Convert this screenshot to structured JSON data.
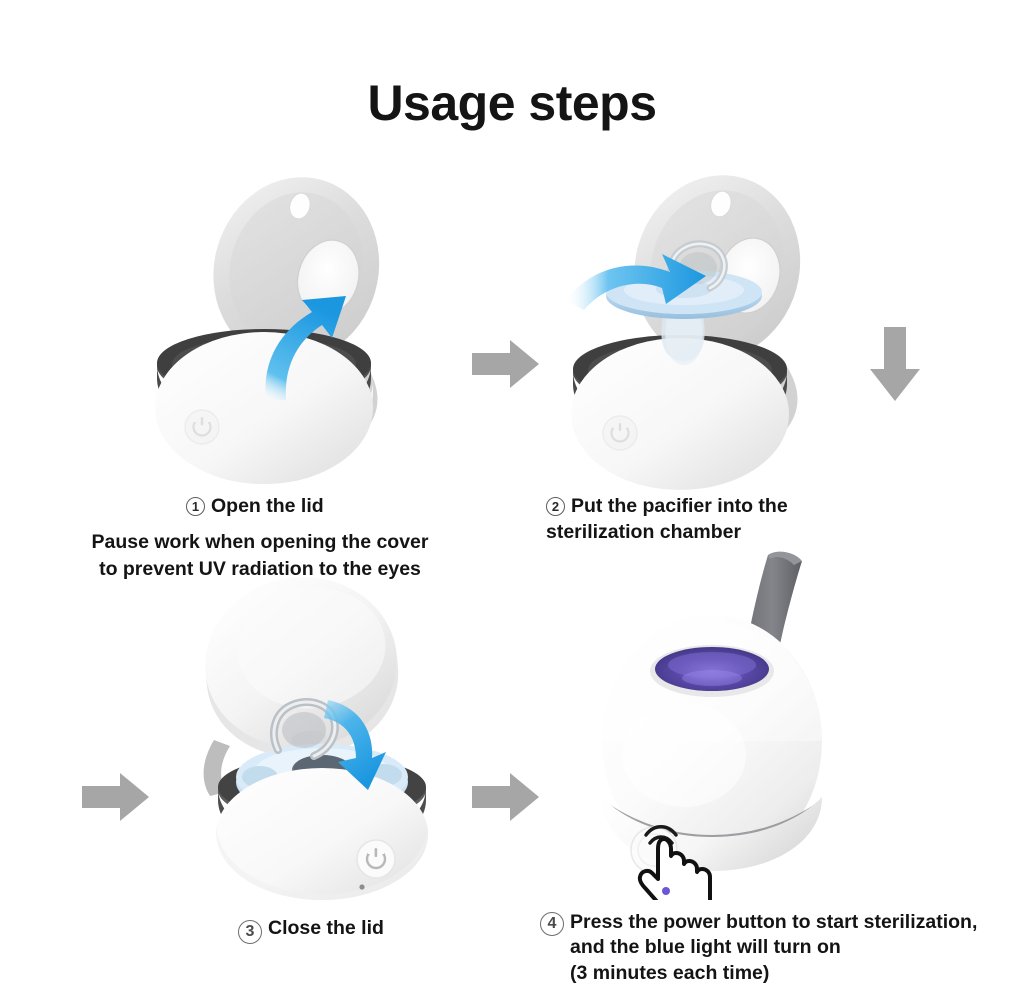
{
  "page": {
    "title": "Usage steps",
    "background_color": "#ffffff"
  },
  "colors": {
    "text": "#141414",
    "step_arrow_grey": "#a6a6a6",
    "action_arrow_blue": "#1f9fe3",
    "uv_light_purple": "#4c3f93",
    "device_white": "#fdfdfd",
    "device_dark_ring": "#454545",
    "pacifier_blue": "#bcd8ef"
  },
  "steps": [
    {
      "number": "1",
      "number_glyph": "①",
      "label": "Open the lid",
      "note_line1": "Pause work when opening the cover",
      "note_line2": "to prevent UV radiation to the eyes",
      "illustration": "sterilizer-lid-open-with-blue-up-arrow"
    },
    {
      "number": "2",
      "number_glyph": "②",
      "label_line1": "Put the pacifier into the",
      "label_line2": "sterilization chamber",
      "illustration": "pacifier-inserted-with-blue-right-arrow"
    },
    {
      "number": "3",
      "number_glyph": "③",
      "label": "Close the lid",
      "illustration": "sterilizer-lid-closing-with-blue-down-arrow"
    },
    {
      "number": "4",
      "number_glyph": "④",
      "label_line1": "Press the power button to start sterilization,",
      "label_line2": "and the blue light will turn on",
      "label_line3": "(3 minutes each time)",
      "illustration": "sterilizer-closed-uv-on-with-hand-cursor"
    }
  ],
  "flow_arrows": [
    {
      "name": "arrow-step1-to-step2",
      "direction": "right"
    },
    {
      "name": "arrow-step2-to-step3",
      "direction": "down"
    },
    {
      "name": "arrow-into-step3",
      "direction": "right"
    },
    {
      "name": "arrow-step3-to-step4",
      "direction": "right"
    }
  ]
}
